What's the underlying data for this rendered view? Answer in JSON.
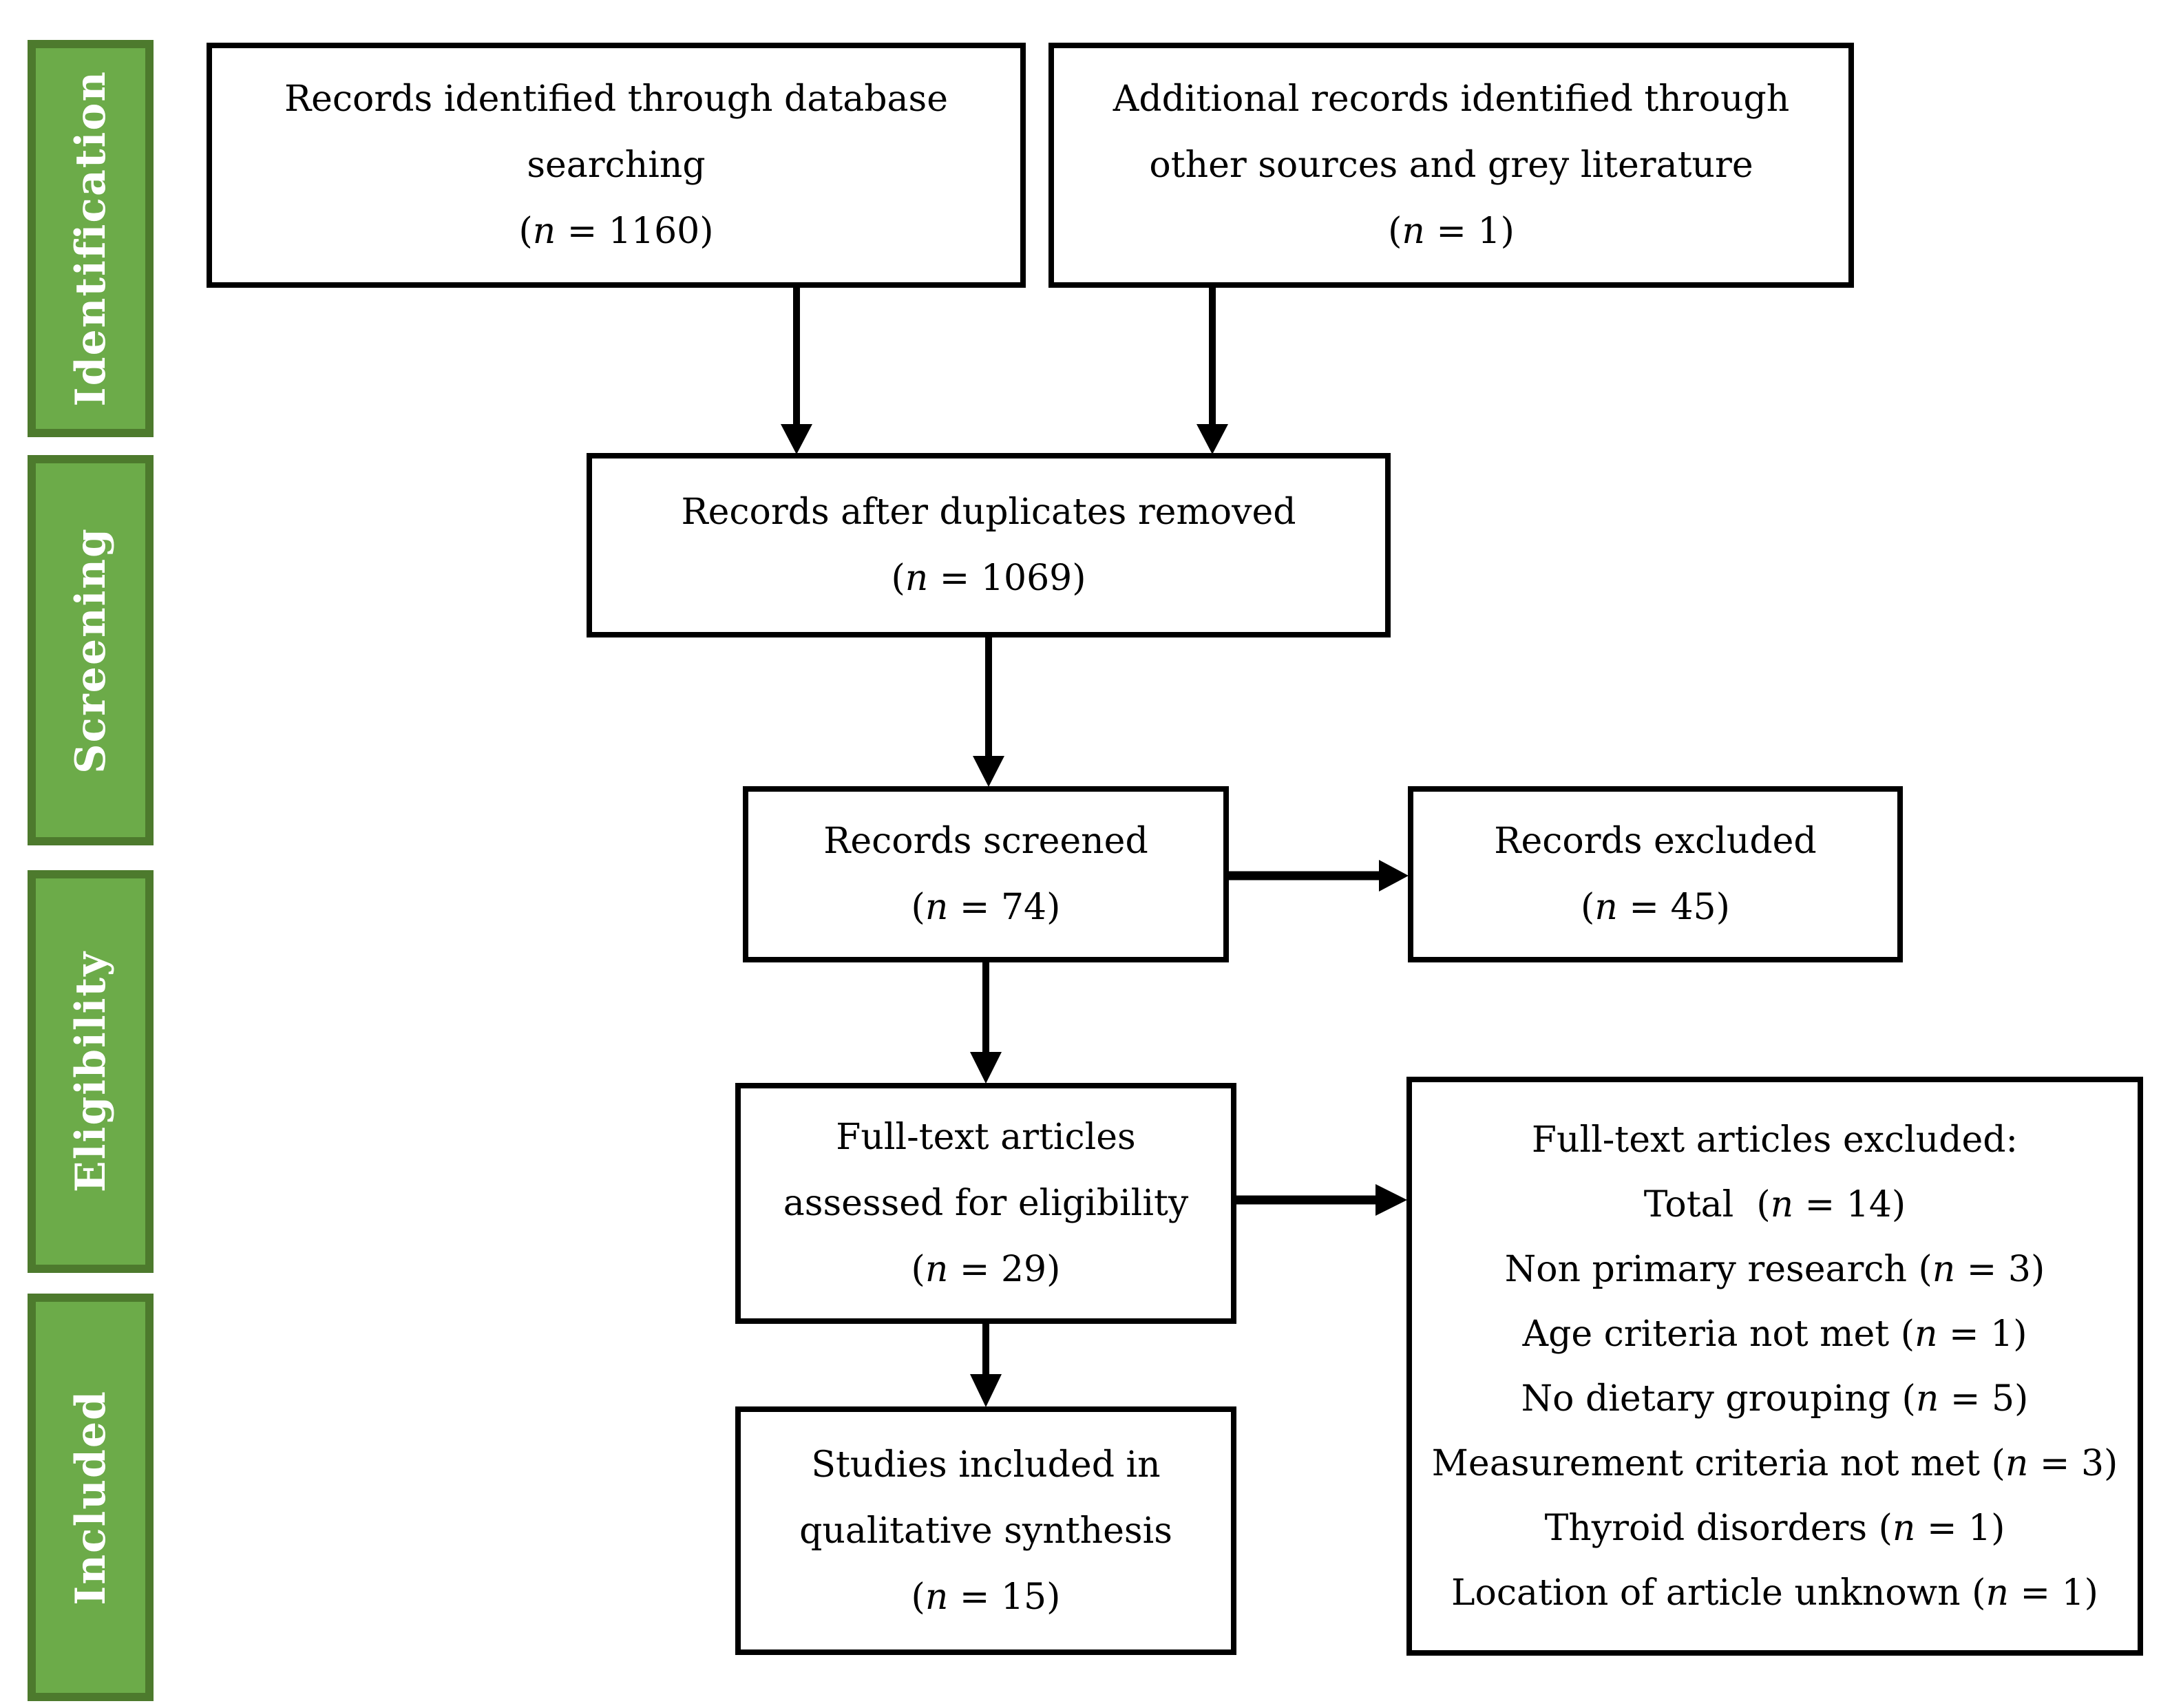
{
  "diagram": "PRISMA flow diagram",
  "colors": {
    "stage_fill": "#6cab49",
    "stage_border": "#4d7a2d",
    "stage_text": "#ffffff",
    "box_border": "#000000",
    "box_fill": "#ffffff",
    "text": "#000000",
    "arrow": "#000000",
    "background": "#ffffff"
  },
  "stages": [
    {
      "label": "Identification"
    },
    {
      "label": "Screening"
    },
    {
      "label": "Eligibility"
    },
    {
      "label": "Included"
    }
  ],
  "boxes": {
    "identified": {
      "lines": [
        "Records identified through database",
        "searching",
        "(n = 1160)"
      ]
    },
    "additional": {
      "lines": [
        "Additional records identified through",
        "other sources and grey literature",
        "(n = 1)"
      ]
    },
    "deduplicated": {
      "lines": [
        "Records after duplicates removed",
        "(n = 1069)"
      ]
    },
    "screened": {
      "lines": [
        "Records screened",
        "(n = 74)"
      ]
    },
    "excluded": {
      "lines": [
        "Records excluded",
        "(n = 45)"
      ]
    },
    "fulltext": {
      "lines": [
        "Full-text articles",
        "assessed for eligibility",
        "(n = 29)"
      ]
    },
    "fulltext_excluded": {
      "lines": [
        "Full-text articles excluded:",
        "Total  (n = 14)",
        "Non primary research (n = 3)",
        "Age criteria not met (n = 1)",
        "No dietary grouping (n = 5)",
        "Measurement criteria not met (n = 3)",
        "Thyroid disorders (n = 1)",
        "Location of article unknown (n = 1)"
      ]
    },
    "included_studies": {
      "lines": [
        "Studies included in",
        "qualitative synthesis",
        "(n = 15)"
      ]
    }
  }
}
